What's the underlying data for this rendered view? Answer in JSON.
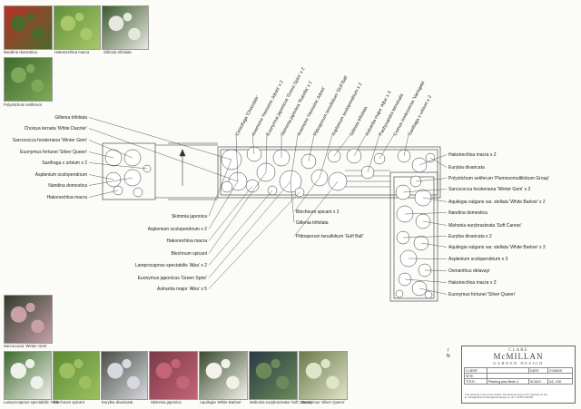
{
  "photos_top": [
    {
      "caption": "Nandina domestica",
      "color": "#b8302a",
      "color2": "#4a6a2a"
    },
    {
      "caption": "Hakonechloa macra",
      "color": "#5f8f3a",
      "color2": "#a8c86a"
    },
    {
      "caption": "Gillenia trifoliata",
      "color": "#3c5a2e",
      "color2": "#e8e8e0"
    },
    {
      "caption": "Polystichum setiferum",
      "color": "#3e6b2c",
      "color2": "#7fa85a"
    }
  ],
  "photos_bottom": [
    {
      "caption": "Sarcococca 'Winter Gem'",
      "color": "#2f3a2a",
      "color2": "#c8a0a8"
    },
    {
      "caption": "Lamprocapnos spectabilis 'Alba'",
      "color": "#3d6b2e",
      "color2": "#f0f0ea"
    },
    {
      "caption": "Blechnum spicant",
      "color": "#5a8a34",
      "color2": "#9cc060"
    },
    {
      "caption": "Eurybia divaricata",
      "color": "#4a4f44",
      "color2": "#d8d8e0"
    },
    {
      "caption": "Skimmia japonica",
      "color": "#7a3a48",
      "color2": "#c46478"
    },
    {
      "caption": "Aquilegia 'White Barlow'",
      "color": "#3a4a30",
      "color2": "#f2f2e8"
    },
    {
      "caption": "Mahonia eurybracteata 'Soft Caress'",
      "color": "#2a3a44",
      "color2": "#6a8a5a"
    },
    {
      "caption": "Euonymus 'Silver Queen'",
      "color": "#6a7a4a",
      "color2": "#e0e4c8"
    }
  ],
  "labels_left": [
    "Gillenia trifoliata",
    "Choisya ternata 'White Dazzler'",
    "Sarcococca hookeriana 'Winter Gem'",
    "Euonymus fortunei 'Silver Queen'",
    "Saxifraga x urbium x 2",
    "Asplenium scolopendrium",
    "Nandina domestica",
    "Hakonechloa macra"
  ],
  "labels_top_angled": [
    "Cimicifuga 'Chocolate'",
    "Anemone 'Honorine Jobert' x 2",
    "Euonymus japonicus 'Green Spire' x 2",
    "Skimmia japonica 'Rubella' x 2",
    "Anemone 'Honorine Jobert'",
    "Pittosporum tenuifolium 'Golf Ball'",
    "Asplenium scolopendrium x 2",
    "Gillenia trifoliata",
    "Astrantia major 'Alba' x 3",
    "Pachysandra terminalis",
    "Cornus controversa 'Variegata'",
    "Saxifraga x urbium x 2"
  ],
  "labels_bottom_left": [
    "Skimmia japonica",
    "Asplenium scolopendrium x 2",
    "Hakonechloa macra",
    "Blechnum spicant",
    "Lamprocapnos spectabilis 'Alba' x 2",
    "Euonymus japonicus 'Green Spire'",
    "Astrantia major 'Alba' x 5"
  ],
  "labels_center": [
    "Blechnum spicant x 2",
    "Gillenia trifoliata",
    "Pittosporum tenuifolium 'Golf Ball'"
  ],
  "labels_right": [
    "Hakonechloa macra x 2",
    "Eurybia divaricata",
    "Polystichum setiferum 'Plumosomultilobum Group'",
    "Sarcococca hookeriana 'Winter Gem' x 2",
    "Aquilegia vulgaris var. stellata 'White Barlow' x 2",
    "Nandina domestica",
    "Mahonia eurybracteata 'Soft Caress'",
    "Eurybia divaricata x 2",
    "Aquilegia vulgaris var. stellata 'White Barlow' x 3",
    "Asplenium scolopendrium x 3",
    "Osmanthus delavayi",
    "Hakonechloa macra x 3",
    "Euonymus fortunei 'Silver Queen'"
  ],
  "title_block": {
    "logo_line1": "CLARE",
    "logo_line2": "McMILLAN",
    "logo_line3": "GARDEN DESIGN",
    "client_label": "CLIENT:",
    "client_value": "",
    "date_label": "DATE:",
    "date_value": "21/08/19",
    "site_label": "SITE:",
    "site_value": "",
    "title_label": "TITLE:",
    "title_value": "Planting plan Beds 4",
    "scale_label": "SCALE:",
    "scale_value": "A3, 1:50",
    "note": "This drawing must not be scaled. All measurements to be checked on site.",
    "contact": "E: clare@clarem​cmillangardendesign.co.uk    T: 07870 411289"
  },
  "north_symbol": "N"
}
